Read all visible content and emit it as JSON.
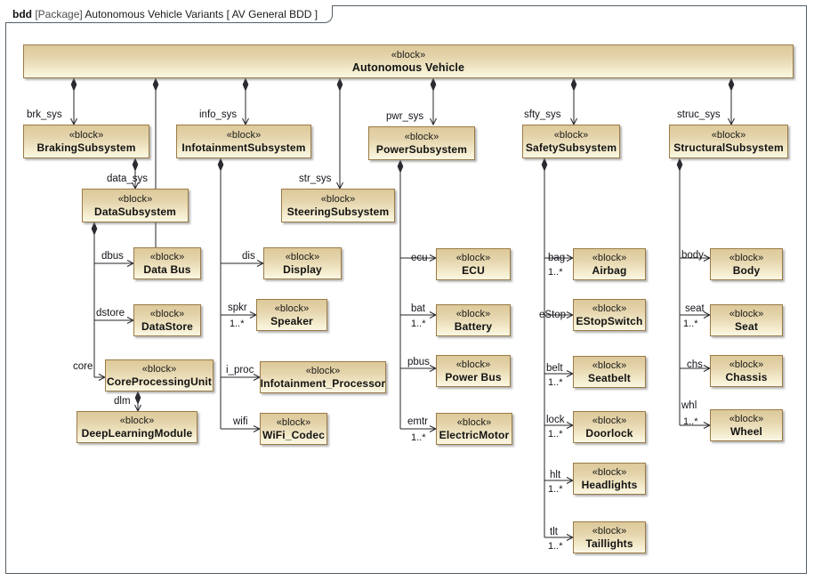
{
  "frame": {
    "keyword": "bdd",
    "package": "[Package]",
    "name": "Autonomous Vehicle Variants",
    "view": "[ AV General BDD ]"
  },
  "colors": {
    "block_fill_top": "#ddc99a",
    "block_fill_bottom": "#fbf7e4",
    "block_border": "#9a7b46",
    "frame_border": "#555f66",
    "connector": "#24242a",
    "canvas": "#ffffff"
  },
  "stereotype": "«block»",
  "blocks": {
    "root": {
      "name": "Autonomous Vehicle"
    },
    "braking": {
      "name": "BrakingSubsystem"
    },
    "infotainment": {
      "name": "InfotainmentSubsystem"
    },
    "power": {
      "name": "PowerSubsystem"
    },
    "safety": {
      "name": "SafetySubsystem"
    },
    "structural": {
      "name": "StructuralSubsystem"
    },
    "data": {
      "name": "DataSubsystem"
    },
    "steering": {
      "name": "SteeringSubsystem"
    },
    "databus": {
      "name": "Data Bus"
    },
    "datastore": {
      "name": "DataStore"
    },
    "cpu": {
      "name": "CoreProcessingUnit"
    },
    "dlm": {
      "name": "DeepLearningModule"
    },
    "display": {
      "name": "Display"
    },
    "speaker": {
      "name": "Speaker"
    },
    "iproc": {
      "name": "Infotainment_Processor"
    },
    "wifi": {
      "name": "WiFi_Codec"
    },
    "ecu": {
      "name": "ECU"
    },
    "battery": {
      "name": "Battery"
    },
    "powerbus": {
      "name": "Power Bus"
    },
    "emotor": {
      "name": "ElectricMotor"
    },
    "airbag": {
      "name": "Airbag"
    },
    "estop": {
      "name": "EStopSwitch"
    },
    "seatbelt": {
      "name": "Seatbelt"
    },
    "doorlock": {
      "name": "Doorlock"
    },
    "headlights": {
      "name": "Headlights"
    },
    "taillights": {
      "name": "Taillights"
    },
    "body": {
      "name": "Body"
    },
    "seat": {
      "name": "Seat"
    },
    "chassis": {
      "name": "Chassis"
    },
    "wheel": {
      "name": "Wheel"
    }
  },
  "roles": {
    "brk_sys": "brk_sys",
    "info_sys": "info_sys",
    "pwr_sys": "pwr_sys",
    "sfty_sys": "sfty_sys",
    "struc_sys": "struc_sys",
    "data_sys": "data_sys",
    "str_sys": "str_sys",
    "dbus": "dbus",
    "dstore": "dstore",
    "core": "core",
    "dlm": "dlm",
    "dis": "dis",
    "spkr": "spkr",
    "i_proc": "i_proc",
    "wifi": "wifi",
    "ecu": "ecu",
    "bat": "bat",
    "pbus": "pbus",
    "emtr": "emtr",
    "bag": "bag",
    "eStop": "eStop",
    "belt": "belt",
    "lock": "lock",
    "hlt": "hlt",
    "tlt": "tlt",
    "body": "body",
    "seat": "seat",
    "chs": "chs",
    "whl": "whl"
  },
  "multiplicities": {
    "many": "1..*"
  }
}
